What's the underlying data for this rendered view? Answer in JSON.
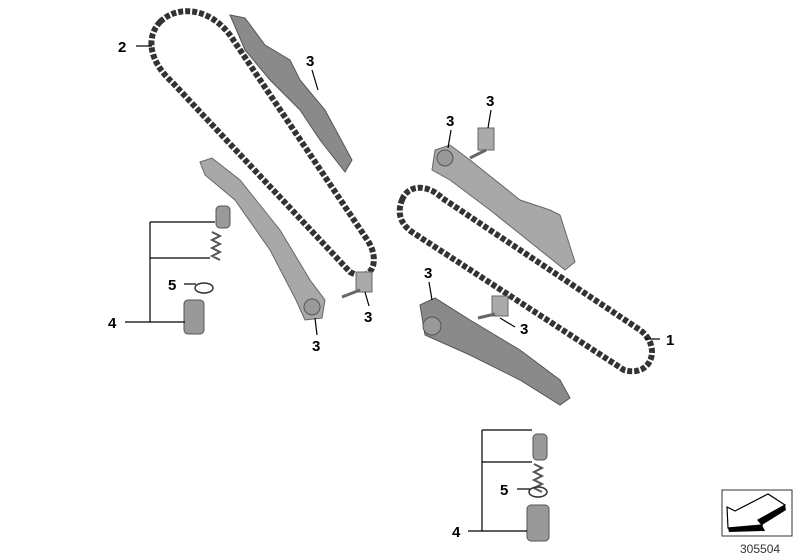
{
  "diagram": {
    "labels": {
      "chain_left": "2",
      "rail_left_upper": "3",
      "bolt_right_upper": "3",
      "rail_right_upper": "3",
      "seal_left": "5",
      "tensioner_left": "4",
      "bolt_left_lower": "3",
      "rail_left_lower": "3",
      "rail_right_lower": "3",
      "bolt_right_lower": "3",
      "chain_right": "1",
      "seal_right": "5",
      "tensioner_right": "4"
    },
    "reference_number": "305504",
    "icon": "arrow-down-left-icon"
  }
}
